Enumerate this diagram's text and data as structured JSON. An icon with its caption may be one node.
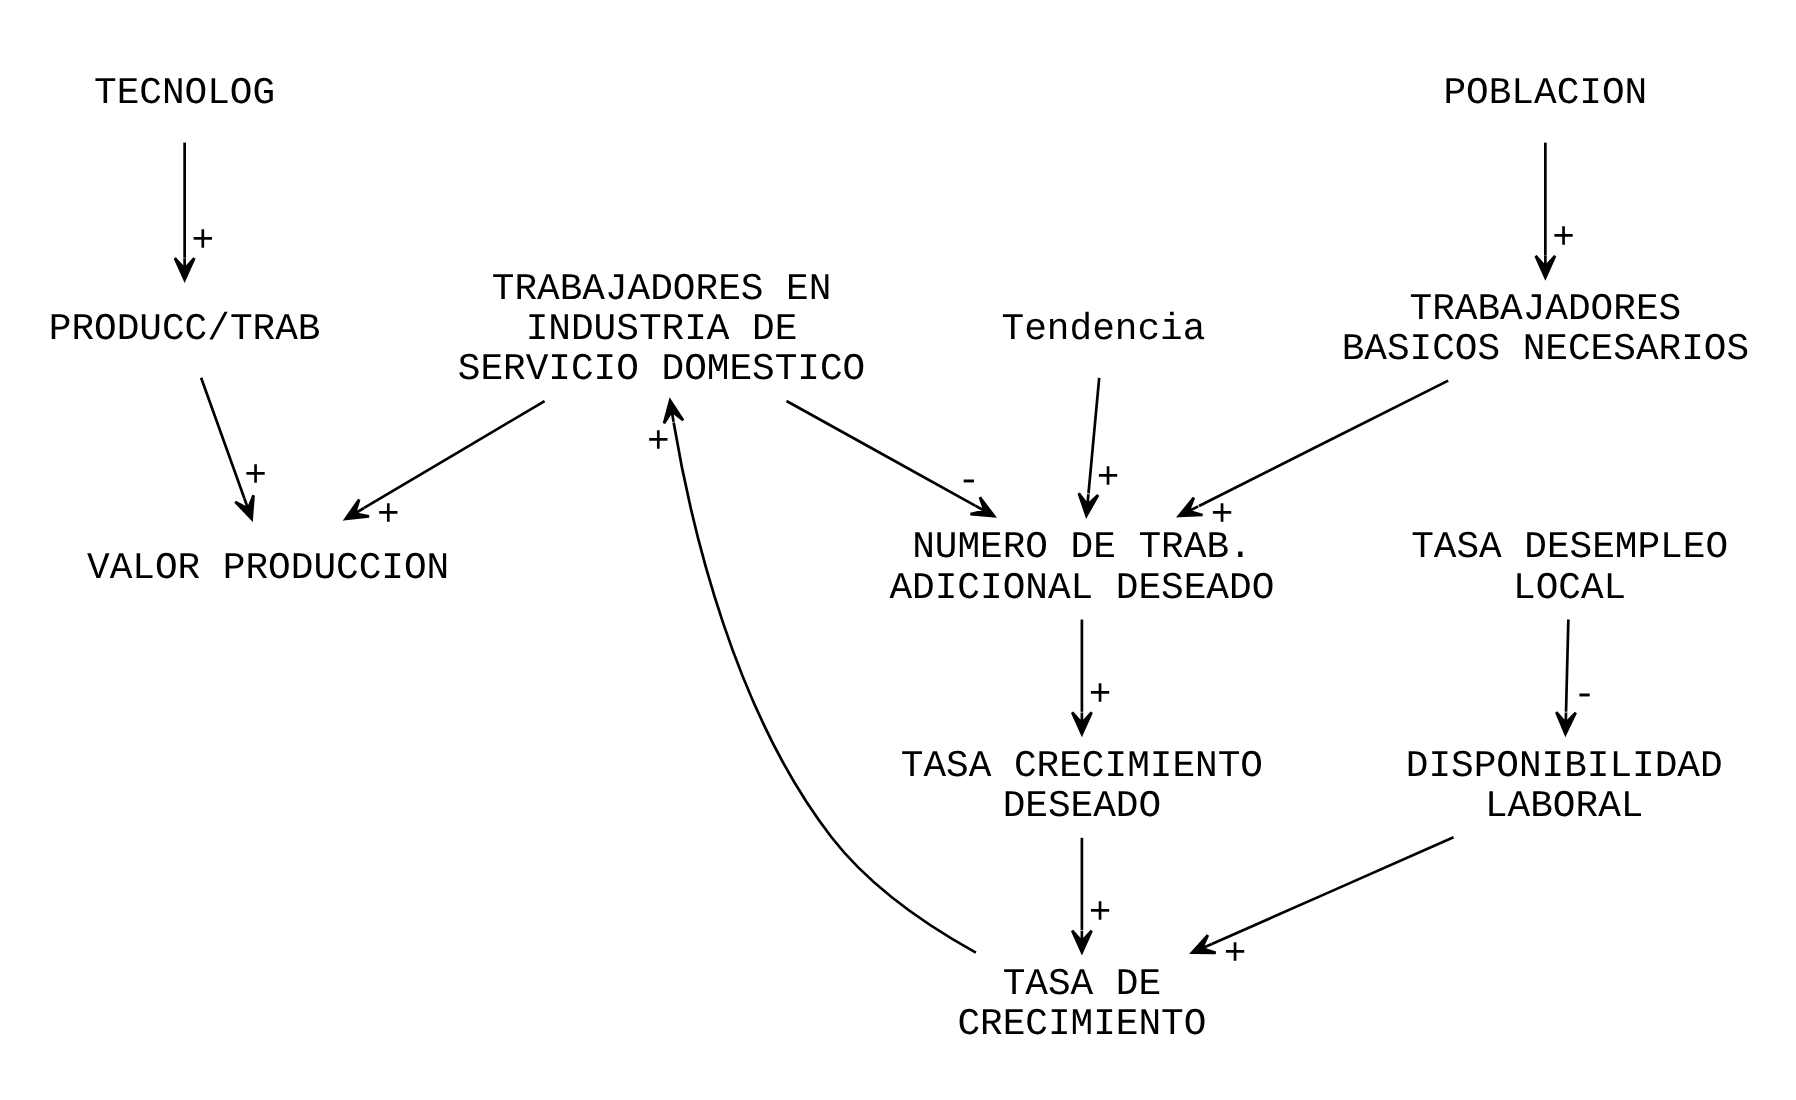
{
  "diagram": {
    "nodes": [
      {
        "text": [
          "TRABAJADORES EN INDUSTRIA DE SERVICIO DOMESTICO"
        ]
      },
      {
        "text": [
          "VALOR PRODUCCION"
        ]
      },
      {
        "text": [
          "TECNOLOG"
        ]
      },
      {
        "text": [
          "PRODUCC/TRAB"
        ]
      },
      {
        "text": [
          "TASA DE CRECIMIENTO"
        ]
      },
      {
        "text": [
          "TASA CRECIMIENTO DESEADO"
        ]
      },
      {
        "text": [
          "DISPONIBILIDAD LABORAL"
        ]
      },
      {
        "text": [
          "NUMERO DE TRAB. ADICIONAL DESEADO"
        ]
      },
      {
        "text": [
          "Tendencia"
        ]
      },
      {
        "text": [
          "TASA DESEMPLEO LOCAL"
        ]
      },
      {
        "text": [
          "TRABAJADORES BASICOS NECESARIOS"
        ]
      },
      {
        "text": [
          "POBLACION"
        ]
      }
    ],
    "edges": [
      {
        "from": 0,
        "to": 1,
        "arrow": "to",
        "label": "+"
      },
      {
        "from": 3,
        "to": 1,
        "arrow": "to",
        "label": "+"
      },
      {
        "from": 2,
        "to": 3,
        "arrow": "to",
        "label": "+"
      },
      {
        "from": 4,
        "to": 0,
        "arrow": "to",
        "label": "+"
      },
      {
        "from": 5,
        "to": 4,
        "arrow": "to",
        "label": "+"
      },
      {
        "from": 6,
        "to": 4,
        "arrow": "to",
        "label": "+"
      },
      {
        "from": 0,
        "to": 7,
        "arrow": "to",
        "label": "-"
      },
      {
        "from": 7,
        "to": 5,
        "arrow": "to",
        "label": "+"
      },
      {
        "from": 8,
        "to": 7,
        "arrow": "to",
        "label": "+"
      },
      {
        "from": 10,
        "to": 7,
        "arrow": "to",
        "label": "+"
      },
      {
        "from": 9,
        "to": 6,
        "arrow": "to",
        "label": "-"
      },
      {
        "from": 11,
        "to": 10,
        "arrow": "to",
        "label": "+"
      }
    ]
  }
}
